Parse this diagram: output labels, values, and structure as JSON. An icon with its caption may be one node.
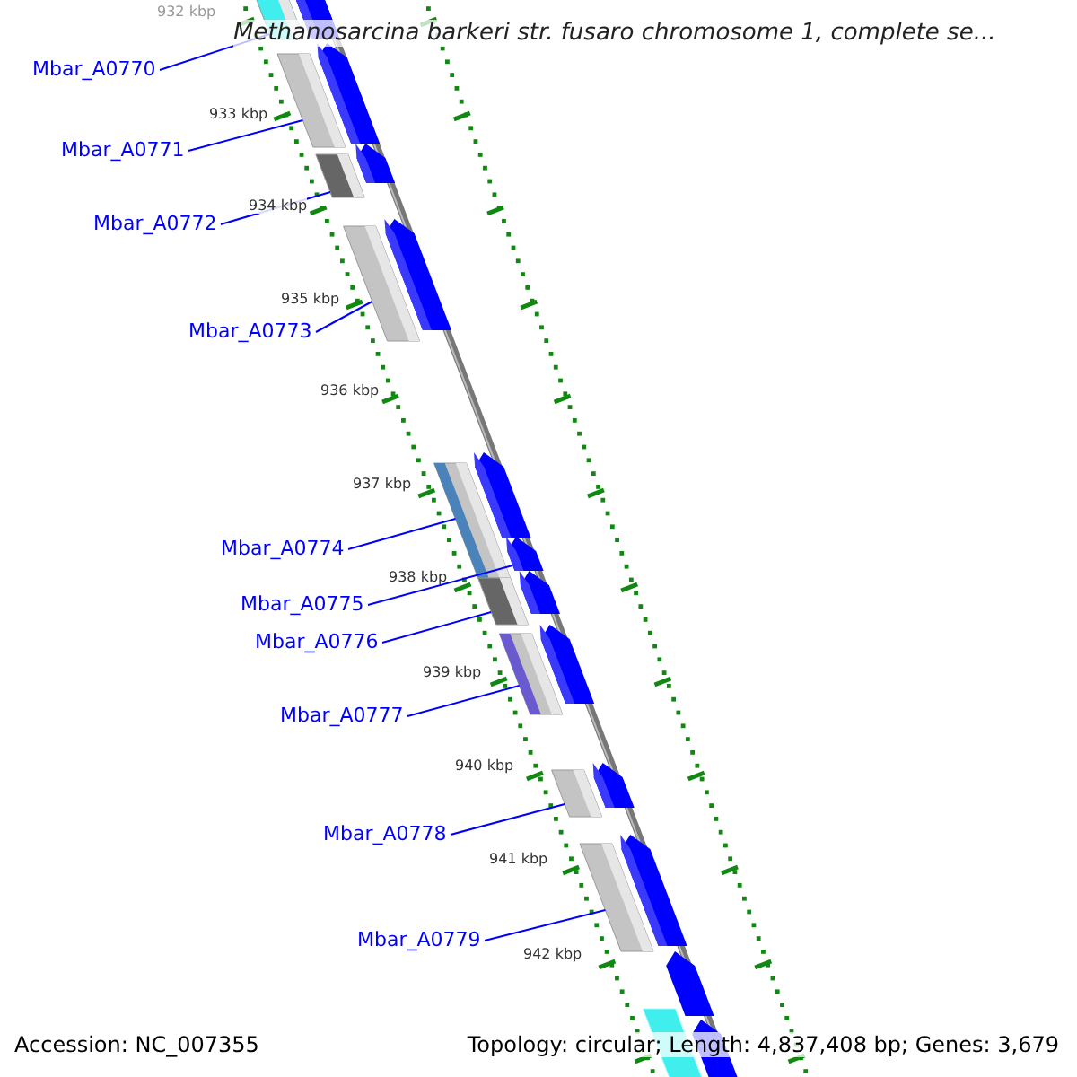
{
  "diagram": {
    "title": "Methanosarcina barkeri str. fusaro chromosome 1, complete se...",
    "nodes": [
      {
        "text": [
          "Mbar_A0770"
        ]
      },
      {
        "text": [
          "Mbar_A0771"
        ]
      },
      {
        "text": [
          "Mbar_A0772"
        ]
      },
      {
        "text": [
          "Mbar_A0773"
        ]
      },
      {
        "text": [
          "Mbar_A0774"
        ]
      },
      {
        "text": [
          "Mbar_A0775"
        ]
      },
      {
        "text": [
          "Mbar_A0776"
        ]
      },
      {
        "text": [
          "Mbar_A0777"
        ]
      },
      {
        "text": [
          "Mbar_A0778"
        ]
      },
      {
        "text": [
          "Mbar_A0779"
        ]
      },
      {
        "text": [],
        "shape": "bar"
      },
      {
        "text": [],
        "shape": "bar"
      },
      {
        "text": [],
        "shape": "bar"
      },
      {
        "text": [],
        "shape": "bar"
      },
      {
        "text": [],
        "shape": "bar"
      },
      {
        "text": [],
        "shape": "bar"
      },
      {
        "text": [],
        "shape": "bar"
      },
      {
        "text": [],
        "shape": "bar"
      },
      {
        "text": [],
        "shape": "bar"
      },
      {
        "text": [],
        "shape": "bar"
      }
    ],
    "edges": [
      {
        "from": 0,
        "to": 10,
        "arrow": "none"
      },
      {
        "from": 1,
        "to": 11,
        "arrow": "none"
      },
      {
        "from": 2,
        "to": 12,
        "arrow": "none"
      },
      {
        "from": 3,
        "to": 13,
        "arrow": "none"
      },
      {
        "from": 4,
        "to": 14,
        "arrow": "none"
      },
      {
        "from": 5,
        "to": 15,
        "arrow": "none"
      },
      {
        "from": 6,
        "to": 16,
        "arrow": "none"
      },
      {
        "from": 7,
        "to": 17,
        "arrow": "none"
      },
      {
        "from": 8,
        "to": 18,
        "arrow": "none"
      },
      {
        "from": 9,
        "to": 19,
        "arrow": "none"
      }
    ],
    "labels": [
      "932 kbp",
      "933 kbp",
      "934 kbp",
      "935 kbp",
      "936 kbp",
      "937 kbp",
      "938 kbp",
      "939 kbp",
      "940 kbp",
      "941 kbp",
      "942 kbp",
      "Accession: NC_007355",
      "Topology: circular; Length: 4,837,408 bp; Genes: 3,679"
    ]
  }
}
